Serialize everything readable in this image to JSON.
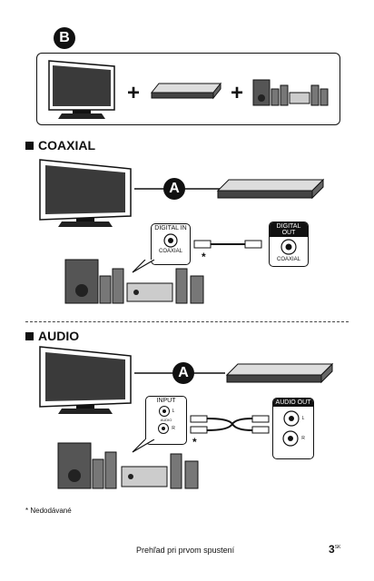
{
  "overview": {
    "badge": "B"
  },
  "coaxial": {
    "title": "COAXIAL",
    "badge": "A",
    "digital_in": {
      "header": "DIGITAL IN",
      "label": "COAXIAL"
    },
    "digital_out": {
      "header": "DIGITAL OUT",
      "label": "COAXIAL"
    },
    "cable_marker": "*"
  },
  "audio": {
    "title": "AUDIO",
    "badge": "A",
    "input": {
      "header": "INPUT",
      "jack_l": "L",
      "jack_mid": "AUDIO",
      "jack_r": "R"
    },
    "audio_out": {
      "header": "AUDIO OUT",
      "jack_l": "L",
      "jack_r": "R"
    },
    "cable_marker": "*"
  },
  "footnote": "* Nedodávané",
  "footer": {
    "text": "Prehľad pri prvom spustení",
    "page": "3",
    "lang": "SK"
  }
}
